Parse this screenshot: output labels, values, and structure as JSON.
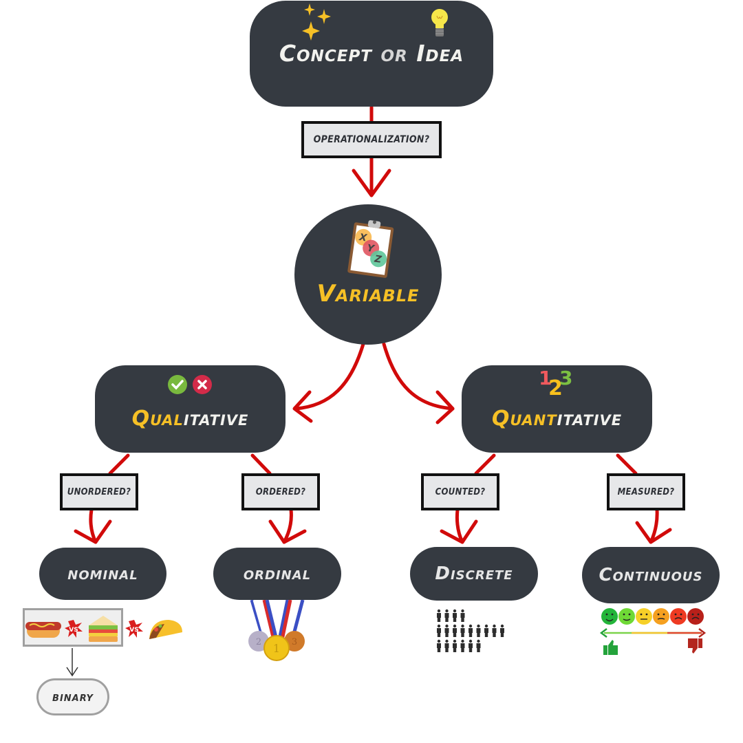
{
  "diagram": {
    "concept": {
      "word1": "Concept",
      "word2": "or",
      "word3": "Idea",
      "icons": [
        "sparkles-icon",
        "lightbulb-icon"
      ]
    },
    "operationalization_label": "Operationalization?",
    "variable": {
      "label": "Variable",
      "icon": "clipboard-xyz-icon",
      "letters": [
        "X",
        "Y",
        "Z"
      ]
    },
    "qualitative": {
      "highlight": "Qual",
      "rest": "itative",
      "icons": [
        "check-icon",
        "x-icon"
      ]
    },
    "quantitative": {
      "highlight": "Quant",
      "rest": "itative",
      "icon_digits": [
        "1",
        "2",
        "3"
      ]
    },
    "questions": {
      "unordered": "Unordered?",
      "ordered": "Ordered?",
      "counted": "Counted?",
      "measured": "Measured?"
    },
    "leaves": {
      "nominal": "nominal",
      "ordinal": "ordinal",
      "discrete": "Discrete",
      "continuous": "Continuous",
      "binary": "binary"
    },
    "nominal_example": {
      "items": [
        "hotdog",
        "sandwich",
        "taco"
      ],
      "versus": "VS"
    },
    "ordinal_example": {
      "medals": [
        "2",
        "1",
        "3"
      ]
    },
    "discrete_example": {
      "rows": [
        4,
        9,
        6
      ]
    },
    "continuous_example": {
      "faces": 6
    }
  },
  "colors": {
    "node_bg": "#353a41",
    "arrow": "#d10a0a",
    "accent_yellow": "#f6c026",
    "label_bg": "#e6e7e9",
    "text_light": "#f2f2ee"
  }
}
